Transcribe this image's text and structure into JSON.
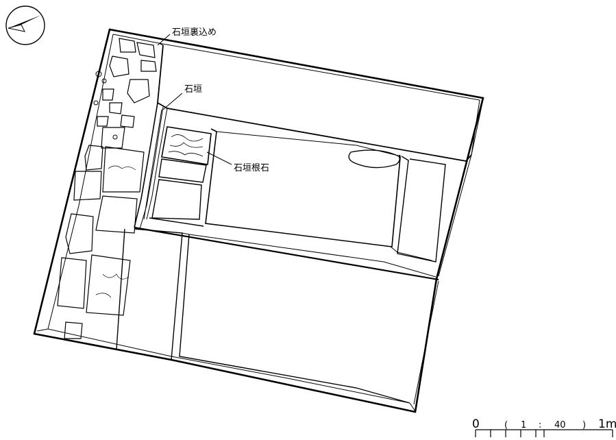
{
  "north_arrow": {
    "icon": "north-arrow-icon"
  },
  "labels": {
    "wall_backfill": "石垣裏込め",
    "stone_wall": "石垣",
    "foundation_stone": "石垣根石"
  },
  "scale": {
    "zero": "0",
    "ratio_open": "(",
    "ratio_left": "1",
    "ratio_sep": ":",
    "ratio_right": "40",
    "ratio_close": ")",
    "end": "1m"
  }
}
